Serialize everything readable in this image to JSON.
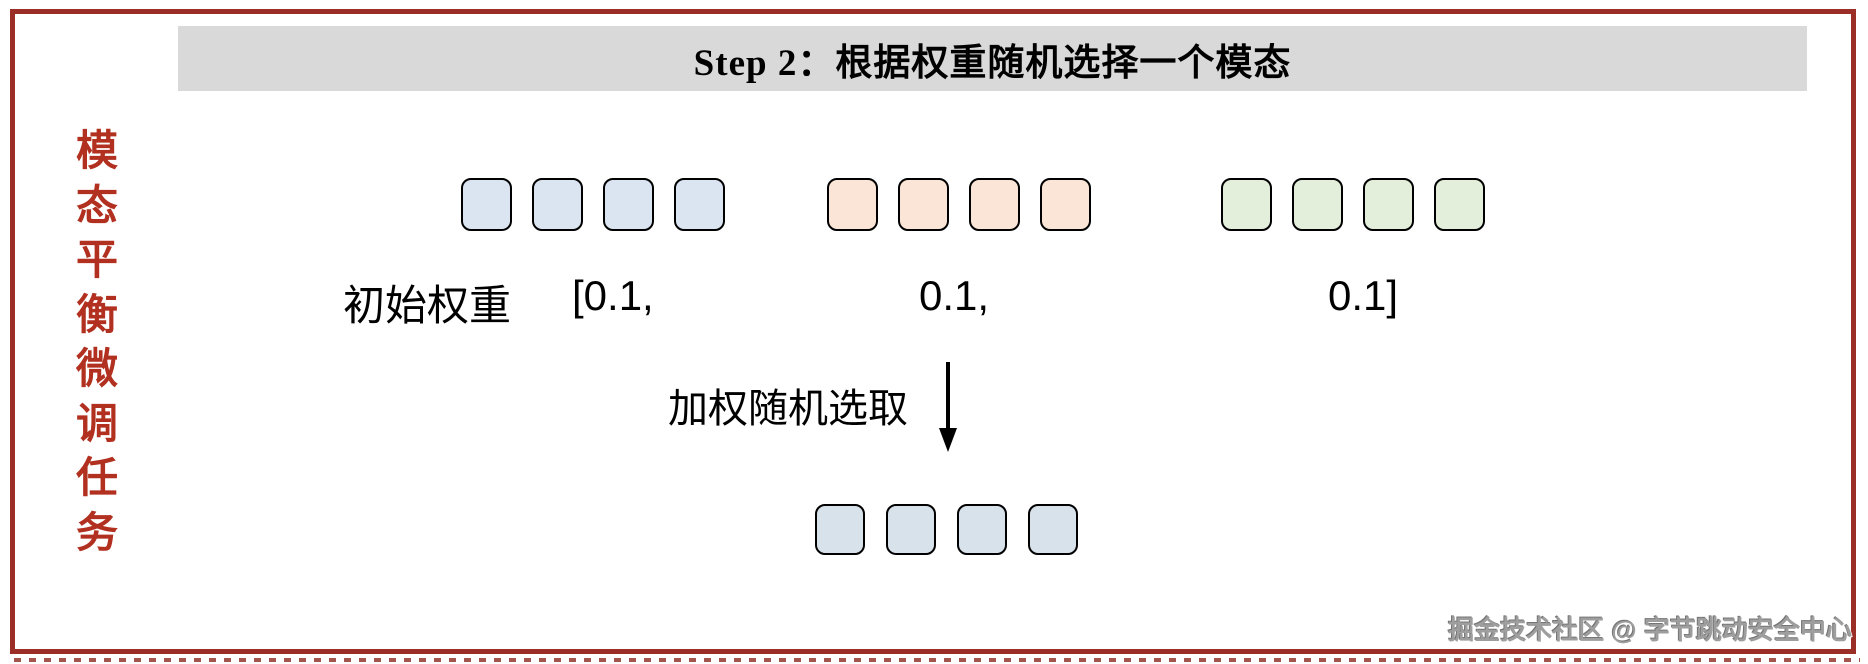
{
  "frame": {
    "border_color": "#9b2f27",
    "bottom_dash_color": "#a3554d"
  },
  "header": {
    "title": "Step 2：根据权重随机选择一个模态",
    "bg_color": "#d9d9d9"
  },
  "sidebar": {
    "label": "模态平衡微调任务",
    "color": "#b2301f"
  },
  "weights": {
    "label": "初始权重",
    "values": [
      "[0.1,",
      "0.1,",
      "0.1]"
    ]
  },
  "selection": {
    "label": "加权随机选取"
  },
  "icons": {
    "down_arrow": "down-arrow-icon"
  },
  "modality_groups": [
    {
      "name": "modality-1-tokens",
      "color": "#dbe5f1",
      "count": 4
    },
    {
      "name": "modality-2-tokens",
      "color": "#fbe5d6",
      "count": 4
    },
    {
      "name": "modality-3-tokens",
      "color": "#e3efdb",
      "count": 4
    },
    {
      "name": "selected-modality-tokens",
      "color": "#d8e2eb",
      "count": 4
    }
  ],
  "watermark": {
    "text": "掘金技术社区 @ 字节跳动安全中心"
  }
}
